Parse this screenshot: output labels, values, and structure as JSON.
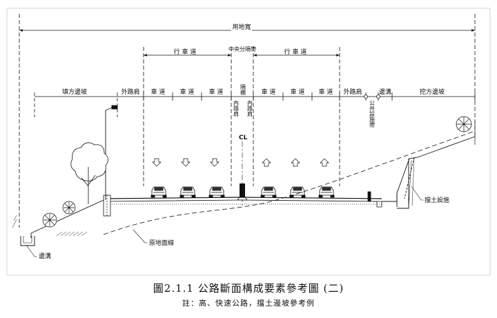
{
  "dimensions": {
    "right_of_way": "用地寬",
    "carriageway_left": "行 車 道",
    "carriageway_right": "行 車 道",
    "central_median": "中央分隔帶"
  },
  "elements": {
    "fill_slope": "填方邊坡",
    "outer_shoulder_left": "外路肩",
    "lane": "車 道",
    "inner_shoulder_left": "內路肩",
    "median_barrier": "隔欄",
    "inner_shoulder_right": "內路肩",
    "outer_shoulder_right": "外路肩",
    "utility_strip": "公共設施帶",
    "side_ditch_top": "邊溝",
    "cut_slope": "挖方邊坡"
  },
  "annotations": {
    "centerline": "CL",
    "retaining_structure": "擋土設施",
    "original_ground": "原地面線",
    "side_ditch_bottom": "邊溝"
  },
  "caption": {
    "title": "圖2.1.1 公路斷面構成要素參考圖 (二)",
    "note": "註：高、快速公路，擋土邊坡參考例"
  }
}
